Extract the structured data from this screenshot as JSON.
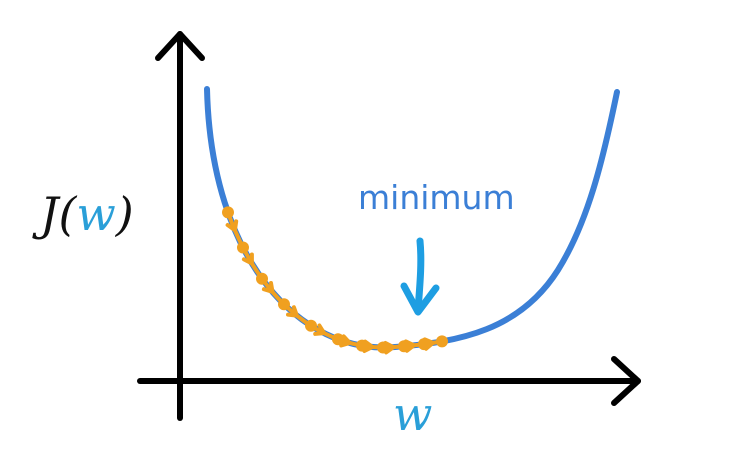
{
  "labels": {
    "y_func": "J(",
    "y_var": "w",
    "y_close": ")",
    "x_var": "w",
    "annotation": "minimum"
  },
  "colors": {
    "axis": "#000000",
    "curve": "#3b7fd6",
    "descent": "#f0a020",
    "variable": "#2a9fd8",
    "annotation": "#3b7fd6",
    "arrow": "#1e9ee2"
  },
  "icons": {
    "annotation_arrow": "arrow-down-icon"
  }
}
